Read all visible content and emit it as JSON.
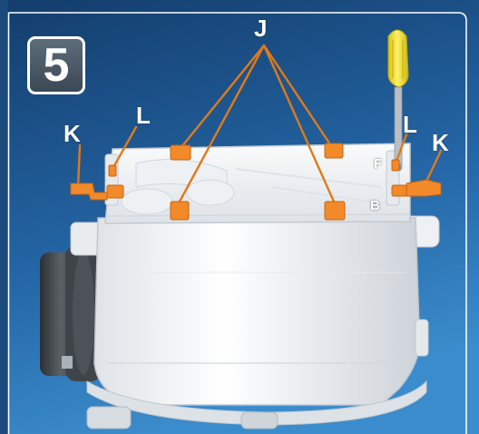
{
  "step": "5",
  "callouts": {
    "j": "J",
    "k_left": "K",
    "k_right": "K",
    "l_left": "L",
    "l_right": "L"
  },
  "marks": {
    "f": "F",
    "b": "B"
  },
  "colors": {
    "background_top": "#143f6e",
    "background_bottom": "#2f80c0",
    "leader_line": "#e07a1a",
    "clip": "#f28a2a",
    "housing": "#f2f4f6",
    "screwdriver_handle": "#f4e22a"
  }
}
